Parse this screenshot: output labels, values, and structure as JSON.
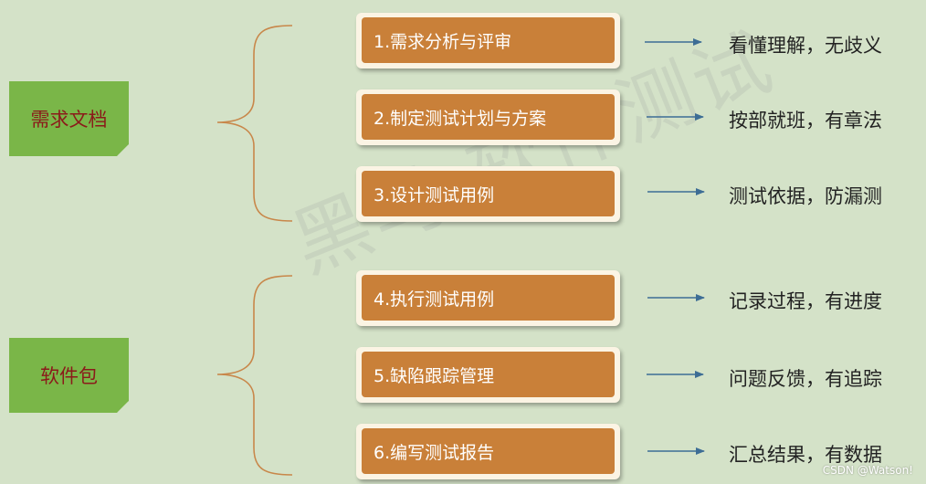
{
  "watermark": "黑马·软件测试",
  "groups": [
    {
      "label": "需求文档"
    },
    {
      "label": "软件包"
    }
  ],
  "steps": [
    {
      "label": "1.需求分析与评审",
      "outcome": "看懂理解，无歧义"
    },
    {
      "label": "2.制定测试计划与方案",
      "outcome": "按部就班，有章法"
    },
    {
      "label": "3.设计测试用例",
      "outcome": "测试依据，防漏测"
    },
    {
      "label": "4.执行测试用例",
      "outcome": "记录过程，有进度"
    },
    {
      "label": "5.缺陷跟踪管理",
      "outcome": "问题反馈，有追踪"
    },
    {
      "label": "6.编写测试报告",
      "outcome": "汇总结果，有数据"
    }
  ],
  "credit": "CSDN @Watson!",
  "colors": {
    "background": "#d4e2c8",
    "note": "#7ab648",
    "note_text": "#8b1a1a",
    "step_fill": "#c98039",
    "brace": "#c8874a",
    "arrow": "#3d6d95"
  }
}
